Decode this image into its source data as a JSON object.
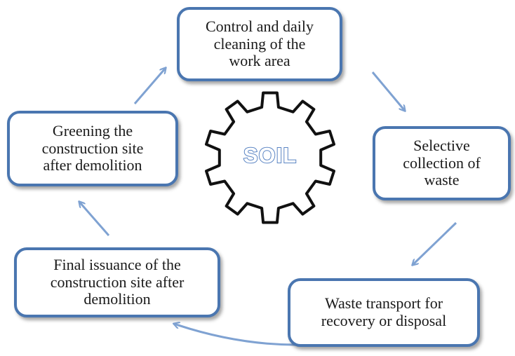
{
  "diagram": {
    "center": {
      "label": "SOIL",
      "icon": "gear-icon",
      "label_color": "#5a84c3"
    },
    "steps": [
      {
        "id": "control",
        "label": "Control and daily\ncleaning of the\nwork area"
      },
      {
        "id": "selective",
        "label": "Selective\ncollection of\nwaste"
      },
      {
        "id": "transport",
        "label": "Waste transport for\nrecovery or disposal"
      },
      {
        "id": "final",
        "label": "Final issuance of the\nconstruction site after\ndemolition"
      },
      {
        "id": "greening",
        "label": "Greening the\nconstruction site\nafter demolition"
      }
    ],
    "colors": {
      "box_border": "#4a76b0",
      "arrow": "#7fa2d2",
      "text": "#1a1a1a"
    }
  }
}
